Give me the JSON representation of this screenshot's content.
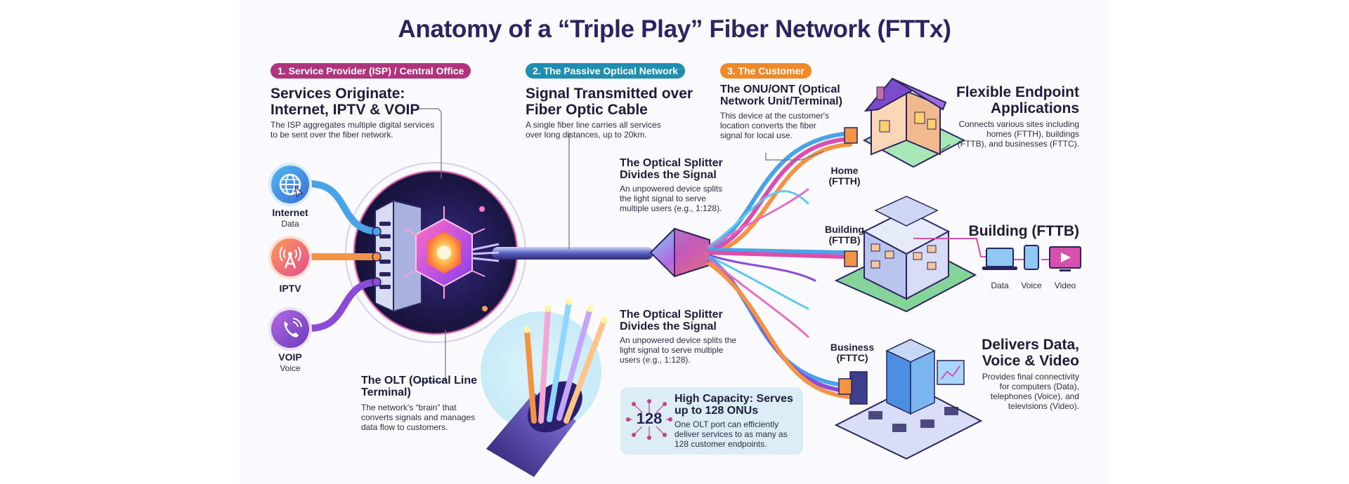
{
  "title": "Anatomy of a “Triple Play” Fiber Network (FTTx)",
  "colors": {
    "isp": "#b0337e",
    "pon": "#1f8fb0",
    "customer": "#ef8a2a",
    "navy": "#2a2461",
    "fiber_blue": "#4aa3e8",
    "fiber_pink": "#d94fae",
    "fiber_purple": "#8b4bd6",
    "fiber_orange": "#f29446"
  },
  "sections": {
    "isp": {
      "badge": "1. Service Provider (ISP) / Central Office",
      "heading": "Services Originate: Internet, IPTV & VOIP",
      "body": "The ISP aggregates multiple digital services to be sent over the fiber network."
    },
    "pon": {
      "badge": "2. The Passive Optical Network",
      "heading": "Signal Transmitted over Fiber Optic Cable",
      "body": "A single fiber line carries all services over long distances, up to 20km."
    },
    "customer": {
      "badge": "3. The Customer",
      "heading": "The ONU/ONT (Optical Network Unit/Terminal)",
      "body": "This device at the customer's location converts the fiber signal for local use."
    }
  },
  "services": [
    {
      "name": "Internet",
      "sub": "Data",
      "icon": "globe-icon"
    },
    {
      "name": "IPTV",
      "sub": "",
      "icon": "antenna-icon"
    },
    {
      "name": "VOIP",
      "sub": "Voice",
      "icon": "phone-icon"
    }
  ],
  "olt": {
    "heading": "The OLT (Optical Line Terminal)",
    "body": "The network's “brain” that converts signals and manages data flow to customers."
  },
  "splitter_top": {
    "heading": "The Optical Splitter Divides the Signal",
    "body": "An unpowered device splits the light signal to serve multiple users (e.g., 1:128)."
  },
  "splitter_bottom": {
    "heading": "The Optical Splitter Divides the Signal",
    "body": "An unpowered device splits the light signal to serve multiple users (e.g., 1:128)."
  },
  "capacity": {
    "number": "128",
    "heading": "High Capacity: Serves up to 128 ONUs",
    "body": "One OLT port can efficiently deliver services to as many as 128 customer endpoints."
  },
  "endpoints": {
    "home_label": "Home (FTTH)",
    "building_label": "Building (FTTB)",
    "business_label": "Business (FTTC)"
  },
  "flexible": {
    "heading": "Flexible Endpoint Applications",
    "body": "Connects various sites including homes (FTTH), buildings (FTTB), and businesses (FTTC)."
  },
  "building_title": "Building (FTTB)",
  "devices": [
    {
      "label": "Data",
      "icon": "laptop-icon"
    },
    {
      "label": "Voice",
      "icon": "smartphone-icon"
    },
    {
      "label": "Video",
      "icon": "tv-icon"
    }
  ],
  "delivers": {
    "heading": "Delivers Data, Voice & Video",
    "body": "Provides final connectivity for computers (Data), telephones (Voice), and televisions (Video)."
  }
}
